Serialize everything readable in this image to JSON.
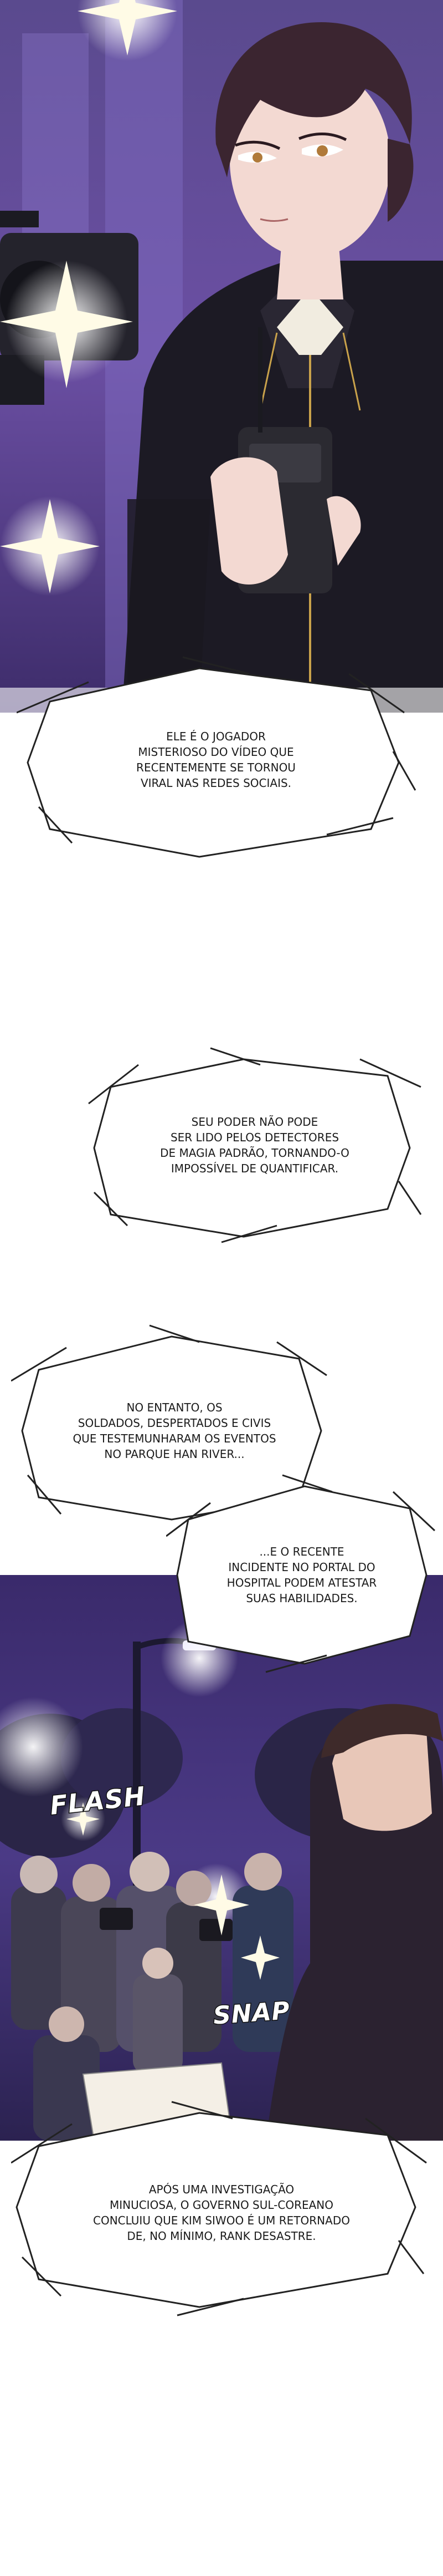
{
  "captions": {
    "c1": [
      "ELE É O JOGADOR",
      "MISTERIOSO DO VÍDEO QUE",
      "RECENTEMENTE SE TORNOU",
      "VIRAL NAS REDES SOCIAIS."
    ],
    "c2": [
      "SEU PODER NÃO PODE",
      "SER LIDO PELOS DETECTORES",
      "DE MAGIA PADRÃO, TORNANDO-O",
      "IMPOSSÍVEL DE QUANTIFICAR."
    ],
    "c3": [
      "NO ENTANTO, OS",
      "SOLDADOS, DESPERTADOS E CIVIS",
      "QUE TESTEMUNHARAM OS EVENTOS",
      "NO PARQUE HAN RIVER..."
    ],
    "c4": [
      "...E O RECENTE",
      "INCIDENTE NO PORTAL DO",
      "HOSPITAL PODEM ATESTAR",
      "SUAS HABILIDADES."
    ],
    "c5": [
      "APÓS UMA INVESTIGAÇÃO",
      "MINUCIOSA, O GOVERNO SUL-COREANO",
      "CONCLUIU QUE KIM SIWOO É UM RETORNADO",
      "DE, NO MÍNIMO, RANK DESASTRE."
    ]
  },
  "sfx": {
    "flash": "FLASH",
    "snap": "SNAP"
  },
  "colors": {
    "night_sky": "#3a2a6b",
    "uniform": "#1c1a24",
    "skin": "#f3d9d2",
    "flash": "#fffbe6"
  }
}
